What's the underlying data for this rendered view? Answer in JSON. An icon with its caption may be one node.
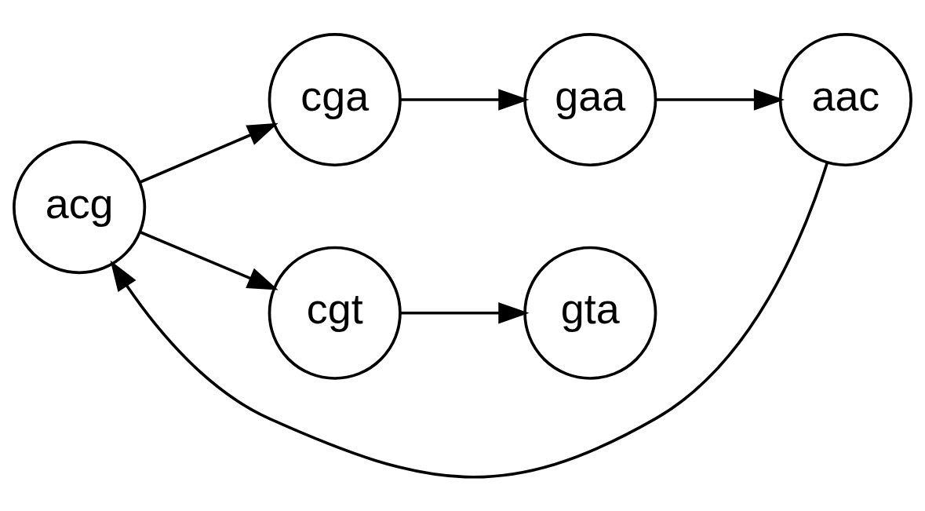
{
  "diagram": {
    "nodes": [
      {
        "text": [
          "acg"
        ]
      },
      {
        "text": [
          "cga"
        ]
      },
      {
        "text": [
          "gaa"
        ]
      },
      {
        "text": [
          "aac"
        ]
      },
      {
        "text": [
          "cgt"
        ]
      },
      {
        "text": [
          "gta"
        ]
      }
    ],
    "edges": [
      {
        "from": 0,
        "to": 1,
        "arrow": "to"
      },
      {
        "from": 1,
        "to": 2,
        "arrow": "to"
      },
      {
        "from": 2,
        "to": 3,
        "arrow": "to"
      },
      {
        "from": 3,
        "to": 0,
        "arrow": "to"
      },
      {
        "from": 0,
        "to": 4,
        "arrow": "to"
      },
      {
        "from": 4,
        "to": 5,
        "arrow": "to"
      }
    ]
  }
}
